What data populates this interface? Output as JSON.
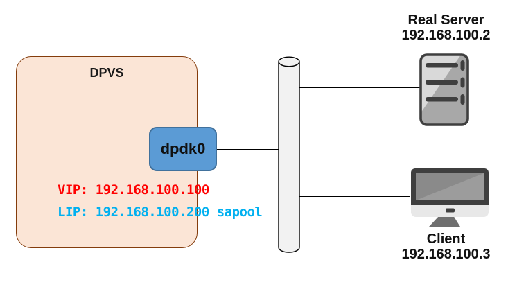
{
  "diagram": {
    "dpvs": {
      "label": "DPVS",
      "vip_line": "VIP: 192.168.100.100",
      "lip_line": "LIP: 192.168.100.200 sapool"
    },
    "nic": {
      "label": "dpdk0"
    },
    "real_server": {
      "label": "Real Server",
      "ip": "192.168.100.2"
    },
    "client": {
      "label": "Client",
      "ip": "192.168.100.3"
    },
    "colors": {
      "dpvs_fill": "#FBE5D6",
      "dpvs_border": "#843C0C",
      "nic_fill": "#5B9BD5",
      "nic_border": "#41719C",
      "vip_text": "#FF0000",
      "lip_text": "#00B0F0",
      "bus_fill": "#F2F2F2",
      "link_line": "#000000",
      "icon_dark": "#3F3F3F",
      "icon_light_gray": "#D9D9D9",
      "icon_mid_gray": "#A8A8A8"
    }
  }
}
